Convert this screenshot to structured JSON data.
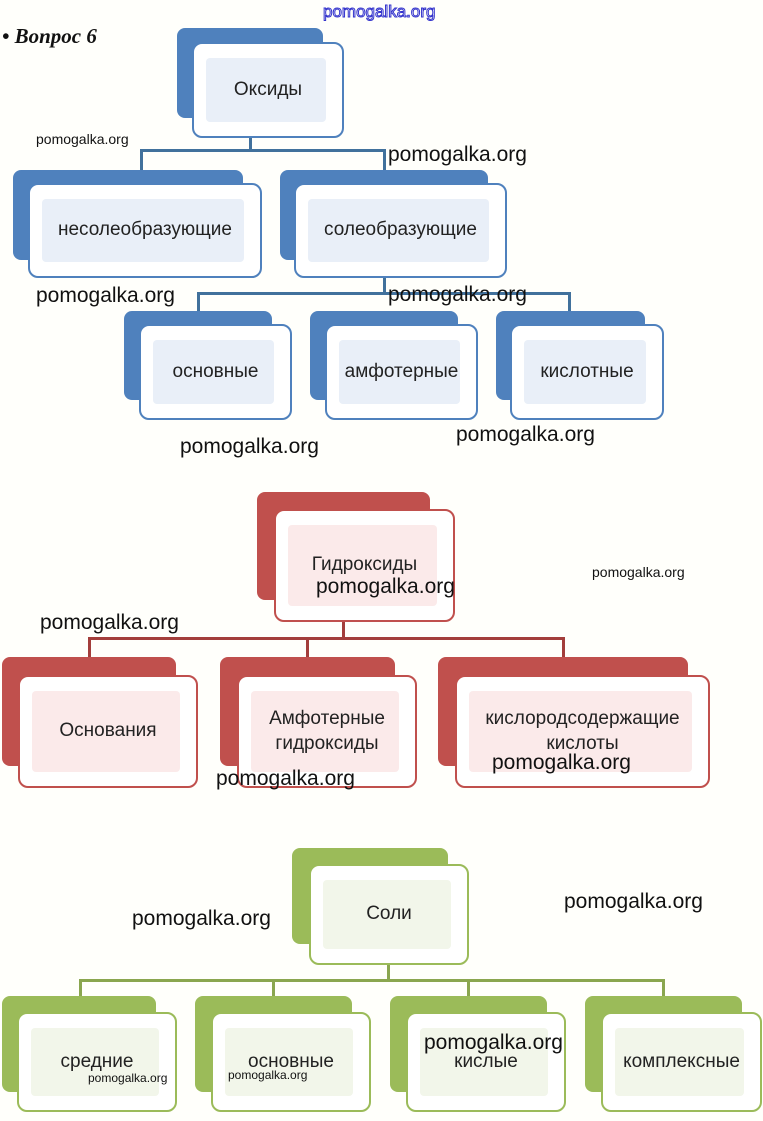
{
  "title": "• Вопрос 6",
  "watermark": "pomogalka.org",
  "oxides": {
    "root": "Оксиды",
    "level1": [
      "несолеобразующие",
      "солеобразующие"
    ],
    "level2": [
      "основные",
      "амфотерные",
      "кислотные"
    ]
  },
  "hydroxides": {
    "root": "Гидроксиды",
    "children": [
      "Основания",
      "Амфотерные гидроксиды",
      "кислородсодержащие кислоты"
    ]
  },
  "salts": {
    "root": "Соли",
    "children": [
      "средние",
      "основные",
      "кислые",
      "комплексные"
    ]
  },
  "colors": {
    "blue": "#4f81bd",
    "red": "#c0504d",
    "green": "#9bbb59"
  }
}
